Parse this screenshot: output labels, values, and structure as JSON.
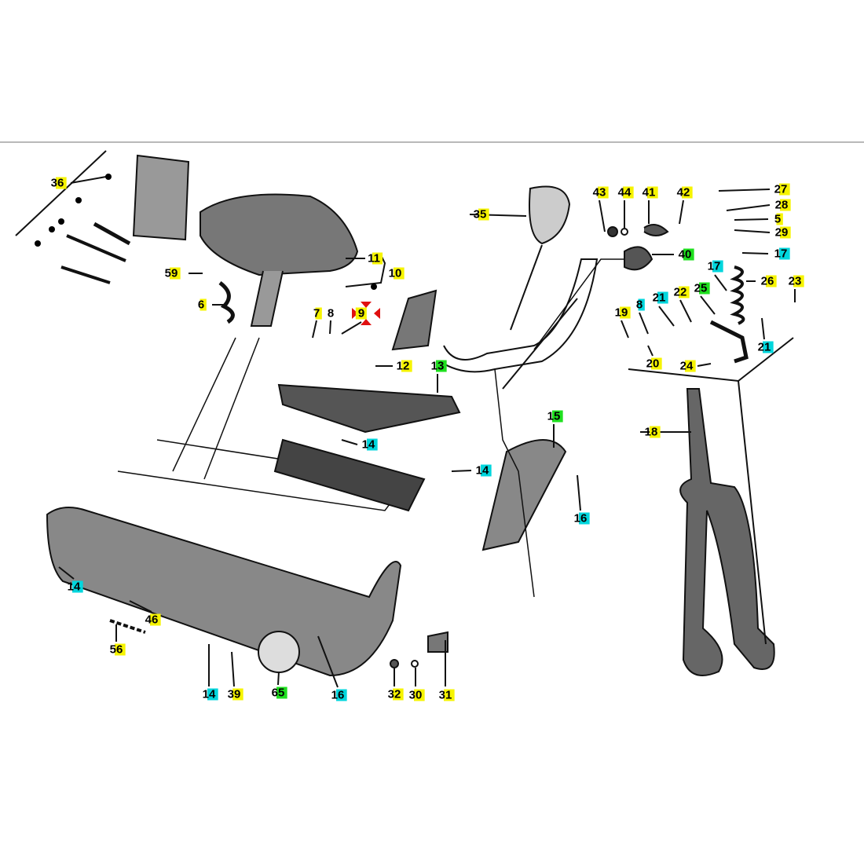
{
  "colors": {
    "yellow": "#f6f400",
    "cyan": "#00d6dd",
    "green": "#1fe01f",
    "marker": "#e01010"
  },
  "callouts": [
    {
      "id": "36",
      "color": "yellow"
    },
    {
      "id": "59",
      "color": "yellow"
    },
    {
      "id": "6",
      "color": "yellow"
    },
    {
      "id": "11",
      "color": "yellow"
    },
    {
      "id": "10",
      "color": "yellow"
    },
    {
      "id": "7",
      "color": "yellow"
    },
    {
      "id": "8",
      "color": "yellow"
    },
    {
      "id": "9",
      "color": "red-marker"
    },
    {
      "id": "12",
      "color": "yellow"
    },
    {
      "id": "13",
      "color": "green"
    },
    {
      "id": "14",
      "color": "cyan"
    },
    {
      "id": "14",
      "color": "cyan"
    },
    {
      "id": "15",
      "color": "green"
    },
    {
      "id": "16",
      "color": "cyan"
    },
    {
      "id": "18",
      "color": "yellow"
    },
    {
      "id": "35",
      "color": "yellow"
    },
    {
      "id": "43",
      "color": "yellow"
    },
    {
      "id": "44",
      "color": "yellow"
    },
    {
      "id": "41",
      "color": "yellow"
    },
    {
      "id": "42",
      "color": "yellow"
    },
    {
      "id": "40",
      "color": "green"
    },
    {
      "id": "27",
      "color": "yellow"
    },
    {
      "id": "28",
      "color": "yellow"
    },
    {
      "id": "5",
      "color": "yellow"
    },
    {
      "id": "29",
      "color": "yellow"
    },
    {
      "id": "17",
      "color": "cyan"
    },
    {
      "id": "17",
      "color": "cyan"
    },
    {
      "id": "26",
      "color": "yellow"
    },
    {
      "id": "23",
      "color": "yellow"
    },
    {
      "id": "21",
      "color": "cyan"
    },
    {
      "id": "22",
      "color": "yellow"
    },
    {
      "id": "25",
      "color": "green"
    },
    {
      "id": "8",
      "color": "cyan"
    },
    {
      "id": "19",
      "color": "yellow"
    },
    {
      "id": "21",
      "color": "cyan"
    },
    {
      "id": "20",
      "color": "yellow"
    },
    {
      "id": "24",
      "color": "yellow"
    },
    {
      "id": "14",
      "color": "cyan"
    },
    {
      "id": "46",
      "color": "yellow"
    },
    {
      "id": "56",
      "color": "yellow"
    },
    {
      "id": "14",
      "color": "cyan"
    },
    {
      "id": "39",
      "color": "yellow"
    },
    {
      "id": "65",
      "color": "green"
    },
    {
      "id": "16",
      "color": "cyan"
    },
    {
      "id": "32",
      "color": "yellow"
    },
    {
      "id": "30",
      "color": "yellow"
    },
    {
      "id": "31",
      "color": "yellow"
    }
  ]
}
